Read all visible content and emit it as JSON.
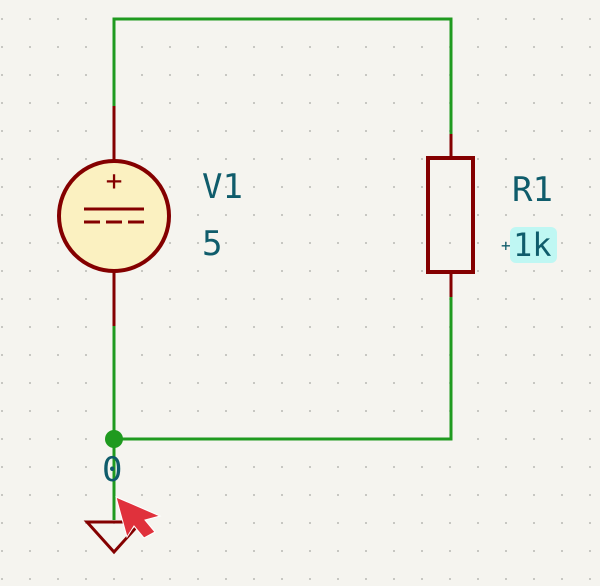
{
  "colors": {
    "background": "#f5f4ef",
    "grid_dot": "#b9b9b4",
    "wire": "#1f9a1f",
    "symbol_outline": "#840000",
    "source_fill": "#fbf1c1",
    "reference_text": "#0f5c6b",
    "value_highlight": "#bff7f3",
    "cursor": "#e0313c"
  },
  "components": {
    "source": {
      "reference": "V1",
      "value": "5",
      "plus_sign": "+",
      "symbol_icon": "dc-voltage-source-icon"
    },
    "resistor": {
      "reference": "R1",
      "value": "1k",
      "anchor_mark": "+",
      "symbol_icon": "resistor-icon"
    },
    "ground": {
      "net_label": "0",
      "symbol_icon": "ground-icon"
    }
  },
  "cursor": {
    "icon": "mouse-pointer-icon"
  }
}
